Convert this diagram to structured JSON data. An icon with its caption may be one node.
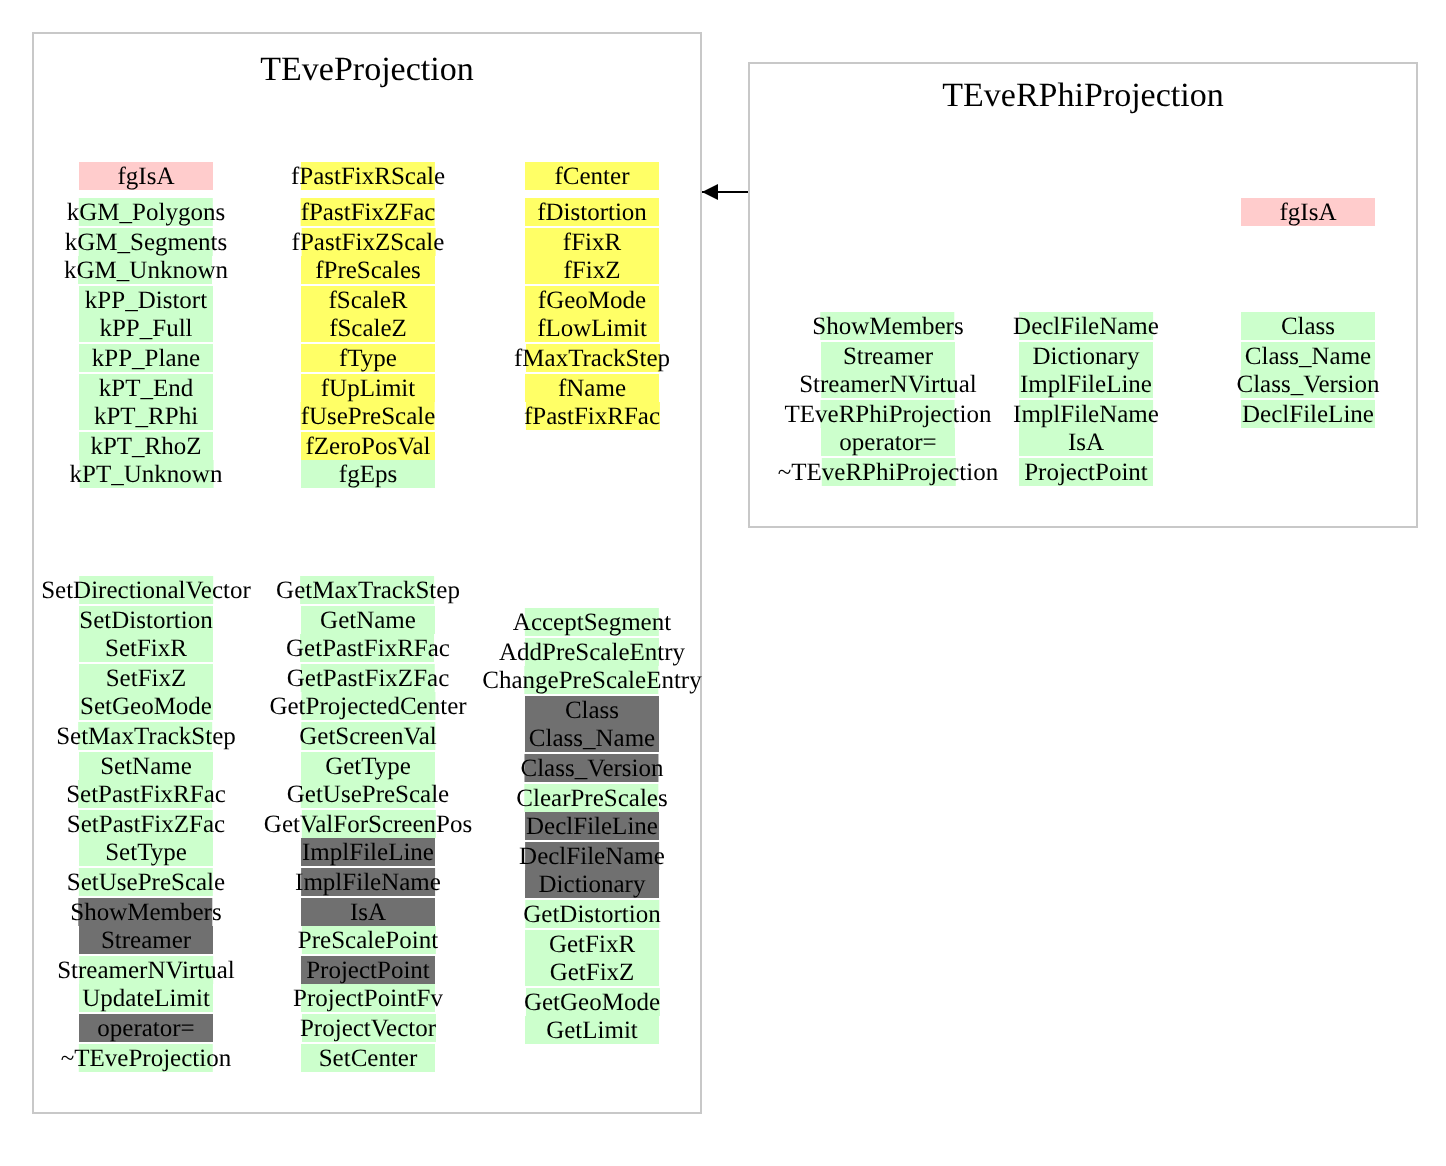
{
  "diagram": {
    "nodes": [
      {
        "text": [
          "TEveProjection"
        ]
      },
      {
        "text": [
          "fgIsA"
        ],
        "in": 0
      },
      {
        "text": [
          "kGM_Polygons"
        ],
        "in": 0
      },
      {
        "text": [
          "kGM_Segments"
        ],
        "in": 0
      },
      {
        "text": [
          "kGM_Unknown"
        ],
        "in": 0
      },
      {
        "text": [
          "kPP_Distort"
        ],
        "in": 0
      },
      {
        "text": [
          "kPP_Full"
        ],
        "in": 0
      },
      {
        "text": [
          "kPP_Plane"
        ],
        "in": 0
      },
      {
        "text": [
          "kPT_End"
        ],
        "in": 0
      },
      {
        "text": [
          "kPT_RPhi"
        ],
        "in": 0
      },
      {
        "text": [
          "kPT_RhoZ"
        ],
        "in": 0
      },
      {
        "text": [
          "kPT_Unknown"
        ],
        "in": 0
      },
      {
        "text": [
          "fPastFixRScale"
        ],
        "in": 0
      },
      {
        "text": [
          "fPastFixZFac"
        ],
        "in": 0
      },
      {
        "text": [
          "fPastFixZScale"
        ],
        "in": 0
      },
      {
        "text": [
          "fPreScales"
        ],
        "in": 0
      },
      {
        "text": [
          "fScaleR"
        ],
        "in": 0
      },
      {
        "text": [
          "fScaleZ"
        ],
        "in": 0
      },
      {
        "text": [
          "fType"
        ],
        "in": 0
      },
      {
        "text": [
          "fUpLimit"
        ],
        "in": 0
      },
      {
        "text": [
          "fUsePreScale"
        ],
        "in": 0
      },
      {
        "text": [
          "fZeroPosVal"
        ],
        "in": 0
      },
      {
        "text": [
          "fgEps"
        ],
        "in": 0
      },
      {
        "text": [
          "fCenter"
        ],
        "in": 0
      },
      {
        "text": [
          "fDistortion"
        ],
        "in": 0
      },
      {
        "text": [
          "fFixR"
        ],
        "in": 0
      },
      {
        "text": [
          "fFixZ"
        ],
        "in": 0
      },
      {
        "text": [
          "fGeoMode"
        ],
        "in": 0
      },
      {
        "text": [
          "fLowLimit"
        ],
        "in": 0
      },
      {
        "text": [
          "fMaxTrackStep"
        ],
        "in": 0
      },
      {
        "text": [
          "fName"
        ],
        "in": 0
      },
      {
        "text": [
          "fPastFixRFac"
        ],
        "in": 0
      },
      {
        "text": [
          "SetDirectionalVector"
        ],
        "in": 0
      },
      {
        "text": [
          "SetDistortion"
        ],
        "in": 0
      },
      {
        "text": [
          "SetFixR"
        ],
        "in": 0
      },
      {
        "text": [
          "SetFixZ"
        ],
        "in": 0
      },
      {
        "text": [
          "SetGeoMode"
        ],
        "in": 0
      },
      {
        "text": [
          "SetMaxTrackStep"
        ],
        "in": 0
      },
      {
        "text": [
          "SetName"
        ],
        "in": 0
      },
      {
        "text": [
          "SetPastFixRFac"
        ],
        "in": 0
      },
      {
        "text": [
          "SetPastFixZFac"
        ],
        "in": 0
      },
      {
        "text": [
          "SetType"
        ],
        "in": 0
      },
      {
        "text": [
          "SetUsePreScale"
        ],
        "in": 0
      },
      {
        "text": [
          "ShowMembers"
        ],
        "in": 0
      },
      {
        "text": [
          "Streamer"
        ],
        "in": 0
      },
      {
        "text": [
          "StreamerNVirtual"
        ],
        "in": 0
      },
      {
        "text": [
          "UpdateLimit"
        ],
        "in": 0
      },
      {
        "text": [
          "operator="
        ],
        "in": 0
      },
      {
        "text": [
          "~TEveProjection"
        ],
        "in": 0
      },
      {
        "text": [
          "GetMaxTrackStep"
        ],
        "in": 0
      },
      {
        "text": [
          "GetName"
        ],
        "in": 0
      },
      {
        "text": [
          "GetPastFixRFac"
        ],
        "in": 0
      },
      {
        "text": [
          "GetPastFixZFac"
        ],
        "in": 0
      },
      {
        "text": [
          "GetProjectedCenter"
        ],
        "in": 0
      },
      {
        "text": [
          "GetScreenVal"
        ],
        "in": 0
      },
      {
        "text": [
          "GetType"
        ],
        "in": 0
      },
      {
        "text": [
          "GetUsePreScale"
        ],
        "in": 0
      },
      {
        "text": [
          "GetValForScreenPos"
        ],
        "in": 0
      },
      {
        "text": [
          "ImplFileLine"
        ],
        "in": 0
      },
      {
        "text": [
          "ImplFileName"
        ],
        "in": 0
      },
      {
        "text": [
          "IsA"
        ],
        "in": 0
      },
      {
        "text": [
          "PreScalePoint"
        ],
        "in": 0
      },
      {
        "text": [
          "ProjectPoint"
        ],
        "in": 0
      },
      {
        "text": [
          "ProjectPointFv"
        ],
        "in": 0
      },
      {
        "text": [
          "ProjectVector"
        ],
        "in": 0
      },
      {
        "text": [
          "SetCenter"
        ],
        "in": 0
      },
      {
        "text": [
          "AcceptSegment"
        ],
        "in": 0
      },
      {
        "text": [
          "AddPreScaleEntry"
        ],
        "in": 0
      },
      {
        "text": [
          "ChangePreScaleEntry"
        ],
        "in": 0
      },
      {
        "text": [
          "Class"
        ],
        "in": 0
      },
      {
        "text": [
          "Class_Name"
        ],
        "in": 0
      },
      {
        "text": [
          "Class_Version"
        ],
        "in": 0
      },
      {
        "text": [
          "ClearPreScales"
        ],
        "in": 0
      },
      {
        "text": [
          "DeclFileLine"
        ],
        "in": 0
      },
      {
        "text": [
          "DeclFileName"
        ],
        "in": 0
      },
      {
        "text": [
          "Dictionary"
        ],
        "in": 0
      },
      {
        "text": [
          "GetDistortion"
        ],
        "in": 0
      },
      {
        "text": [
          "GetFixR"
        ],
        "in": 0
      },
      {
        "text": [
          "GetFixZ"
        ],
        "in": 0
      },
      {
        "text": [
          "GetGeoMode"
        ],
        "in": 0
      },
      {
        "text": [
          "GetLimit"
        ],
        "in": 0
      },
      {
        "text": [
          "TEveRPhiProjection"
        ]
      },
      {
        "text": [
          "fgIsA"
        ],
        "in": 81
      },
      {
        "text": [
          "ShowMembers"
        ],
        "in": 81
      },
      {
        "text": [
          "Streamer"
        ],
        "in": 81
      },
      {
        "text": [
          "StreamerNVirtual"
        ],
        "in": 81
      },
      {
        "text": [
          "TEveRPhiProjection"
        ],
        "in": 81
      },
      {
        "text": [
          "operator="
        ],
        "in": 81
      },
      {
        "text": [
          "~TEveRPhiProjection"
        ],
        "in": 81
      },
      {
        "text": [
          "DeclFileName"
        ],
        "in": 81
      },
      {
        "text": [
          "Dictionary"
        ],
        "in": 81
      },
      {
        "text": [
          "ImplFileLine"
        ],
        "in": 81
      },
      {
        "text": [
          "ImplFileName"
        ],
        "in": 81
      },
      {
        "text": [
          "IsA"
        ],
        "in": 81
      },
      {
        "text": [
          "ProjectPoint"
        ],
        "in": 81
      },
      {
        "text": [
          "Class"
        ],
        "in": 81
      },
      {
        "text": [
          "Class_Name"
        ],
        "in": 81
      },
      {
        "text": [
          "Class_Version"
        ],
        "in": 81
      },
      {
        "text": [
          "DeclFileLine"
        ],
        "in": 81
      }
    ],
    "edges": [
      {
        "from": 81,
        "to": 0,
        "arrow": "to"
      }
    ]
  }
}
